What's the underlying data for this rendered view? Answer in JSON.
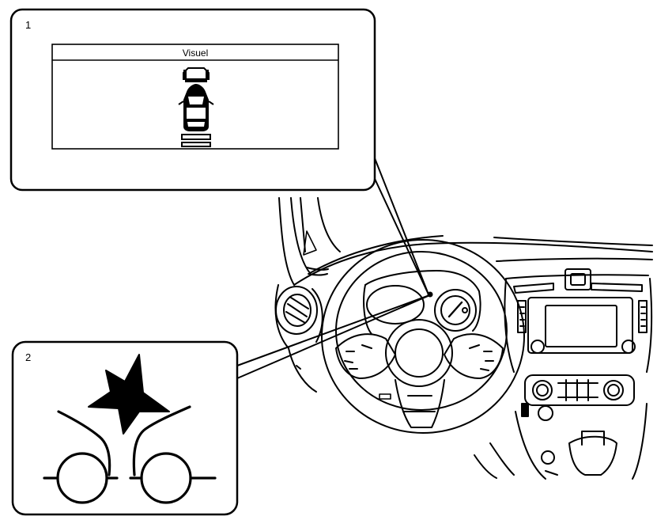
{
  "callouts": {
    "one": {
      "number": "1",
      "display_title": "Visuel"
    },
    "two": {
      "number": "2"
    }
  }
}
